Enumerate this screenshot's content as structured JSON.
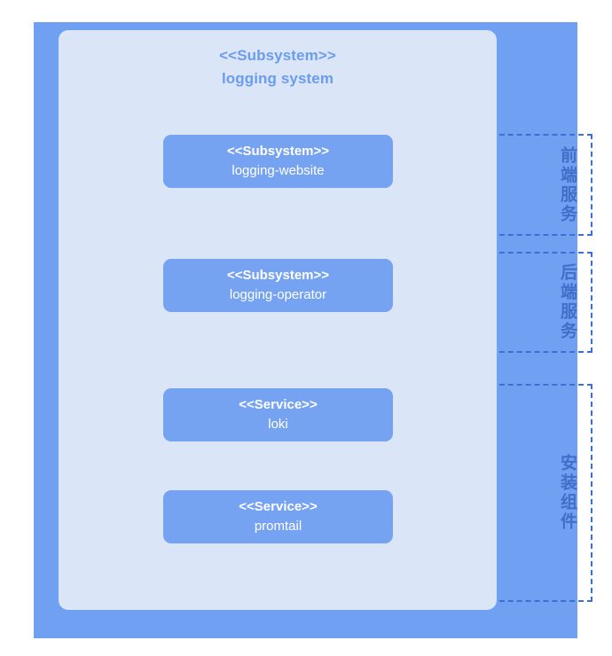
{
  "diagram": {
    "system": {
      "stereotype": "<<Subsystem>>",
      "name": "logging system"
    },
    "lanes": [
      {
        "id": "frontend",
        "label": "前端服务"
      },
      {
        "id": "backend",
        "label": "后端服务"
      },
      {
        "id": "install",
        "label": "安装组件"
      }
    ],
    "nodes": [
      {
        "id": "logging-website",
        "stereotype": "<<Subsystem>>",
        "name": "logging-website"
      },
      {
        "id": "logging-operator",
        "stereotype": "<<Subsystem>>",
        "name": "logging-operator"
      },
      {
        "id": "loki",
        "stereotype": "<<Service>>",
        "name": "loki"
      },
      {
        "id": "promtail",
        "stereotype": "<<Service>>",
        "name": "promtail"
      }
    ],
    "colors": {
      "outer_container": "#6fa0f2",
      "inner_panel": "#dae5f7",
      "node_box": "#76a2f2",
      "node_text": "#ffffff",
      "title_text": "#6a9cf0",
      "lane_border": "#3b6fd4",
      "lane_label_text": "#3f6fc9"
    }
  }
}
